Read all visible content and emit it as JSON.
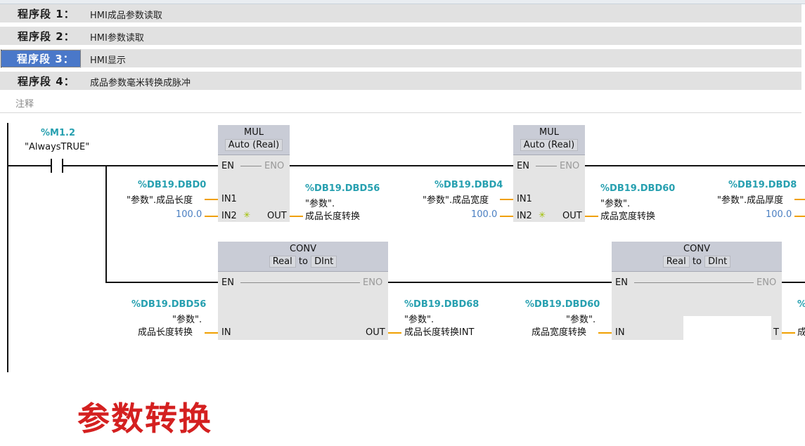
{
  "segments": [
    {
      "title": "程序段 1：",
      "comment": "HMI成品参数读取"
    },
    {
      "title": "程序段 2：",
      "comment": "HMI参数读取"
    },
    {
      "title": "程序段 3：",
      "comment": "HMI显示"
    },
    {
      "title": "程序段 4：",
      "comment": "成品参数毫米转换成脉冲"
    }
  ],
  "comment_placeholder": "注释",
  "contact": {
    "address": "%M1.2",
    "symbol": "\"AlwaysTRUE\""
  },
  "mul1": {
    "name": "MUL",
    "type": "Auto (Real)",
    "in1_addr": "%DB19.DBD0",
    "in1_sym": "\"参数\".成品长度",
    "in2_val": "100.0",
    "out_addr": "%DB19.DBD56",
    "out_sym1": "\"参数\".",
    "out_sym2": "成品长度转换"
  },
  "mul2": {
    "name": "MUL",
    "type": "Auto (Real)",
    "in1_addr": "%DB19.DBD4",
    "in1_sym": "\"参数\".成品宽度",
    "in2_val": "100.0",
    "out_addr": "%DB19.DBD60",
    "out_sym1": "\"参数\".",
    "out_sym2": "成品宽度转换"
  },
  "mul3": {
    "in1_addr": "%DB19.DBD8",
    "in1_sym": "\"参数\".成品厚度",
    "in2_val": "100.0"
  },
  "conv1": {
    "name": "CONV",
    "from": "Real",
    "to_word": "to",
    "to": "DInt",
    "in_addr": "%DB19.DBD56",
    "in_sym1": "\"参数\".",
    "in_sym2": "成品长度转换",
    "out_addr": "%DB19.DBD68",
    "out_sym1": "\"参数\".",
    "out_sym2": "成品长度转换INT"
  },
  "conv2": {
    "name": "CONV",
    "from": "Real",
    "to_word": "to",
    "to": "DInt",
    "in_addr": "%DB19.DBD60",
    "in_sym1": "\"参数\".",
    "in_sym2": "成品宽度转换",
    "out_partial_addr": "%",
    "out_partial_sym": "成"
  },
  "pins": {
    "en": "EN",
    "eno": "ENO",
    "in1": "IN1",
    "in2": "IN2",
    "in": "IN",
    "out": "OUT",
    "out_cut": "T"
  },
  "caption": "参数转换"
}
